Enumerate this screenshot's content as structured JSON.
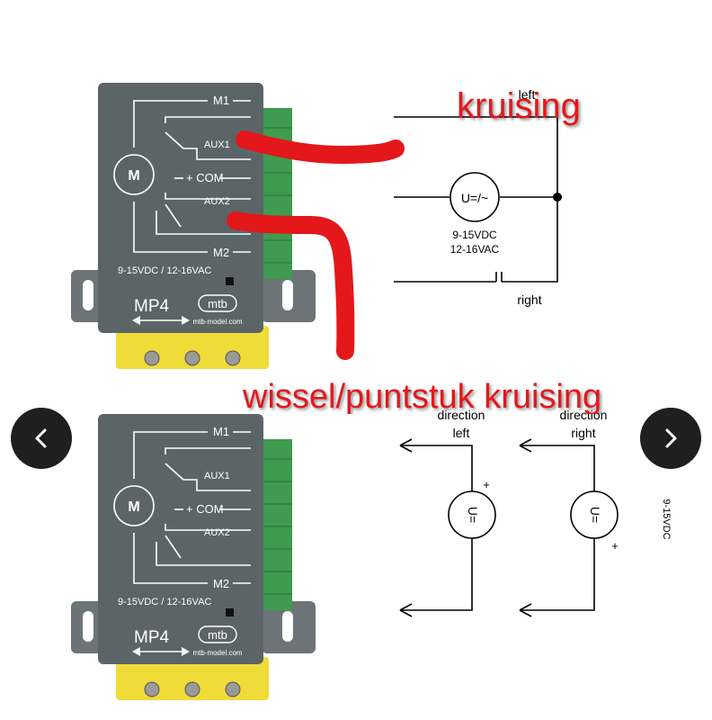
{
  "colors": {
    "module_body": "#5b6567",
    "module_line": "#ffffff",
    "terminal": "#3f9b4f",
    "mount_yellow": "#f0dc38",
    "mount_gray": "#6d7477",
    "annotation_red": "#e4171b",
    "wire": "#000000",
    "nav_button": "#1f1f1f"
  },
  "module": {
    "m1": "M1",
    "aux1": "AUX1",
    "com": "+ COM",
    "aux2": "AUX2",
    "m2": "M2",
    "motor": "M",
    "voltage": "9-15VDC / 12-16VAC",
    "model": "MP4",
    "brand": "mtb",
    "website": "mtb-model.com"
  },
  "top_diagram": {
    "left_label": "left",
    "right_label": "right",
    "source_symbol": "U=/~",
    "supply_line1": "9-15VDC",
    "supply_line2": "12-16VAC"
  },
  "bottom_diagram": {
    "left_direction": "direction",
    "left_side": "left",
    "right_direction": "direction",
    "right_side": "right",
    "source_symbol": "U=",
    "plus": "+",
    "supply_rotated": "9-15VDC"
  },
  "annotations": {
    "top": "kruising",
    "bottom": "wissel/puntstuk kruising"
  },
  "navigation": {
    "prev_icon": "chevron-left-icon",
    "next_icon": "chevron-right-icon"
  }
}
